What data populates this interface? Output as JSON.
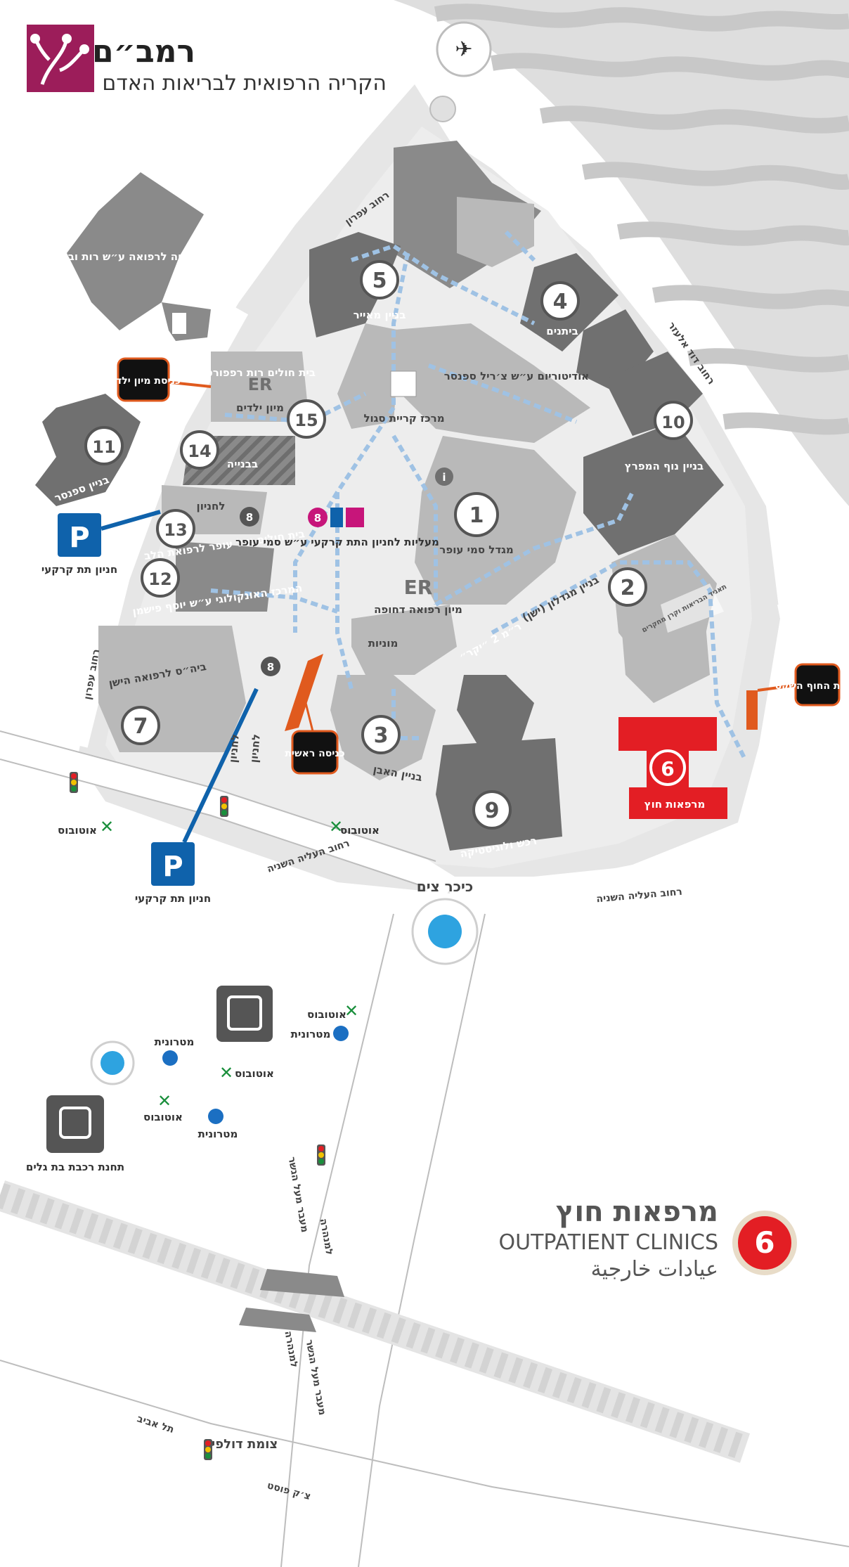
{
  "brand": {
    "name": "רמב״ם",
    "subtitle": "הקריה הרפואית לבריאות האדם",
    "color": "#9c1d5a"
  },
  "colors": {
    "ground": "#ededed",
    "road": "#ffffff",
    "building_dark": "#707070",
    "building_mid": "#8a8a8a",
    "building_light": "#b9b9b9",
    "path": "#9fc2e4",
    "highlight": "#e31e24",
    "parking": "#0f62ab",
    "entrance_accent": "#e05a1e",
    "transit_green": "#1a8f3c",
    "metronit_blue": "#1b6fc2"
  },
  "buildings": [
    {
      "num": "1",
      "label": "מגדל סמי עופר"
    },
    {
      "num": "2",
      "label": "בניין מגדלון (ישן)"
    },
    {
      "num": "3",
      "label": "בניין האבן"
    },
    {
      "num": "4",
      "label": "ביתנים"
    },
    {
      "num": "5",
      "label": "בניין מאייר"
    },
    {
      "num": "6",
      "label": "מרפאות חוץ"
    },
    {
      "num": "7",
      "label": "ביה״ס לרפואה הישן"
    },
    {
      "num": "9",
      "label": "רכש ולוגיסטיקה"
    },
    {
      "num": "10",
      "label": "בניין נוף המפרץ"
    },
    {
      "num": "11",
      "label": "בניין ספנסר"
    },
    {
      "num": "12",
      "label": "המרכז האונקולוגי ע״ש יוסף פישמן"
    },
    {
      "num": "13",
      "label": "בית חולים איל עופר לרפואת הלב"
    },
    {
      "num": "14",
      "label": "בבנייה"
    },
    {
      "num": "15",
      "label": "בית חולים רות רפפורט לילדים"
    }
  ],
  "areas": {
    "technion": "הטכניון הפקולטה לרפואה ע״ש רות וברוך רפפורט",
    "auditorium": "אודיטוריום ע״ש צ׳ריל ספנסר",
    "segal": "מרכז קריית סגול",
    "emergency_children": "מיון ילדים",
    "emergency_main": "מיון רפואה דחופה",
    "er": "ER",
    "taxis": "מוניות",
    "walkway": "ר״מ 2 ״יקר״",
    "research": "תאגיד הבריאות וקרן מחקרים",
    "info": "i"
  },
  "entrances": {
    "children_er": "כניסת מיון ילדים",
    "main": "כניסה ראשית",
    "quiet_beach": "כניסת החוף השקט"
  },
  "parking": {
    "underground_left": "חניון תת קרקעי",
    "underground_bottom": "חניון תת קרקעי",
    "elevators": "מעליות לחניון התת קרקעי ע״ש סמי עופר",
    "to_parking_1": "לחניון",
    "to_parking_2": "לחניון",
    "to_parking_3": "לחניון",
    "parking_num": "8"
  },
  "streets": {
    "efron_top": "רחוב עפרון",
    "efron_left": "רחוב עפרון",
    "david_elazar": "רחוב דוד אלעזר",
    "haaliya_1": "רחוב העליה השניה",
    "haaliya_2": "רחוב העליה השניה",
    "kikar": "כיכר צים",
    "tel_aviv": "תל אביב",
    "zik_post": "צ׳ק פוסט",
    "dolphin": "צומת דולפין",
    "overpass_1": "מעבר מעל הגשר",
    "overpass_2": "מעבר מעל הגשר",
    "to_city_1": "למנהרה",
    "to_city_2": "למנהרה"
  },
  "transit": {
    "bus": "אוטובוס",
    "metronit": "מטרונית",
    "train_station": "תחנת רכבת בת גלים"
  },
  "legend": {
    "number": "6",
    "title_he": "מרפאות חוץ",
    "title_en": "OUTPATIENT CLINICS",
    "title_ar": "عيادات خارجية"
  }
}
